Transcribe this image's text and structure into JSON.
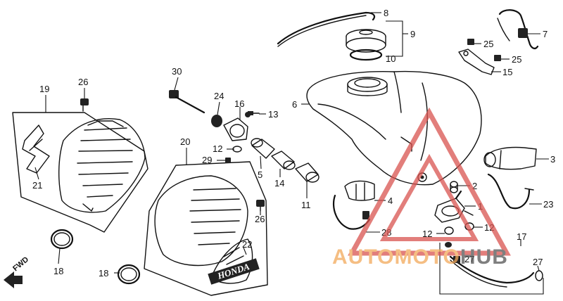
{
  "callouts": {
    "n1": "1",
    "n2": "2",
    "n3": "3",
    "n4": "4",
    "n5": "5",
    "n6": "6",
    "n7": "7",
    "n8": "8",
    "n9": "9",
    "n10": "10",
    "n11": "11",
    "n12a": "12",
    "n12b": "12",
    "n12c": "12",
    "n13": "13",
    "n14": "14",
    "n15": "15",
    "n16": "16",
    "n17": "17",
    "n18a": "18",
    "n18b": "18",
    "n19": "19",
    "n20": "20",
    "n21": "21",
    "n22": "22",
    "n23": "23",
    "n24": "24",
    "n25a": "25",
    "n25b": "25",
    "n26a": "26",
    "n26b": "26",
    "n27a": "27",
    "n27b": "27",
    "n28": "28",
    "n29": "29",
    "n30": "30"
  },
  "direction_label": "FWD",
  "decal_text": "HONDA",
  "watermark": {
    "part1": "AUTO",
    "part2": "MOTO",
    "part3": "HUB",
    "color_main": "#f2a95a",
    "color_accent": "#d9534f",
    "color_dark": "#555555"
  }
}
